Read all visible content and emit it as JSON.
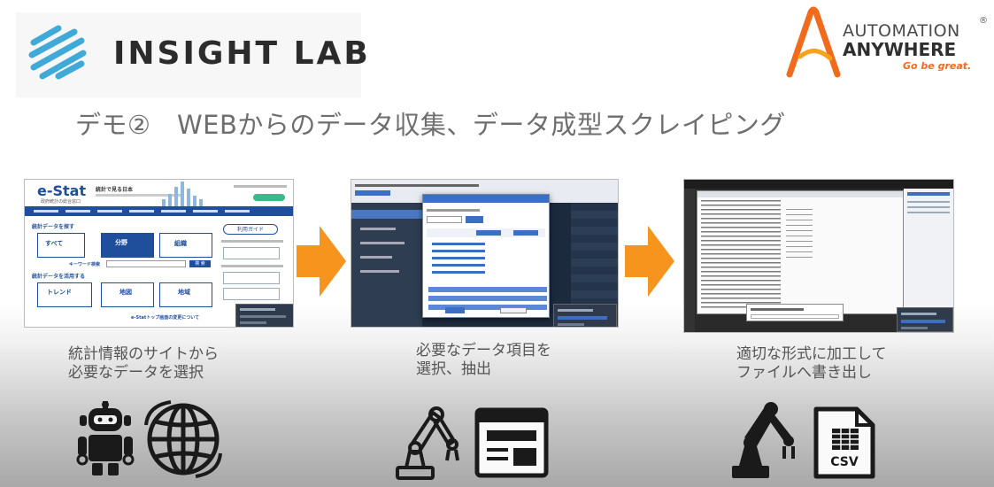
{
  "header": {
    "insight_logo_text": "INSIGHT LAB",
    "aa_line1": "AUTOMATION",
    "aa_line2": "ANYWHERE",
    "aa_tagline": "Go be great.",
    "aa_registered": "®"
  },
  "title": "デモ②　WEBからのデータ収集、データ成型スクレイピング",
  "steps": [
    {
      "caption_line1": "統計情報のサイトから",
      "caption_line2": "必要なデータを選択",
      "screenshot": {
        "site_logo": "e-Stat",
        "site_sub": "政府統計の総合窓口",
        "site_heading": "統計で見る日本",
        "search_heading": "統計データを探す",
        "tile_all": "すべて",
        "tile_field": "分野",
        "tile_org": "組織",
        "keyword_label": "キーワード検索",
        "search_button": "検 索",
        "use_heading": "統計データを活用する",
        "tile_trend": "トレンド",
        "tile_map": "地図",
        "tile_region": "地域",
        "guide_button": "利用ガイド",
        "news_title": "e-Statトップ画面の変更について"
      }
    },
    {
      "caption_line1": "必要なデータ項目を",
      "caption_line2": "選択、抽出"
    },
    {
      "caption_line1": "適切な形式に加工して",
      "caption_line2": "ファイルへ書き出し"
    }
  ],
  "icons": [
    "robot-icon",
    "globe-icon",
    "robot-arm-icon",
    "web-page-icon",
    "robot-arm-icon",
    "csv-file-icon"
  ],
  "csv_label": "CSV",
  "colors": {
    "arrow": "#f7941d",
    "aa_orange": "#f26b1d",
    "insight_blue": "#3fa9d8",
    "estat_blue": "#1f4e9c"
  }
}
